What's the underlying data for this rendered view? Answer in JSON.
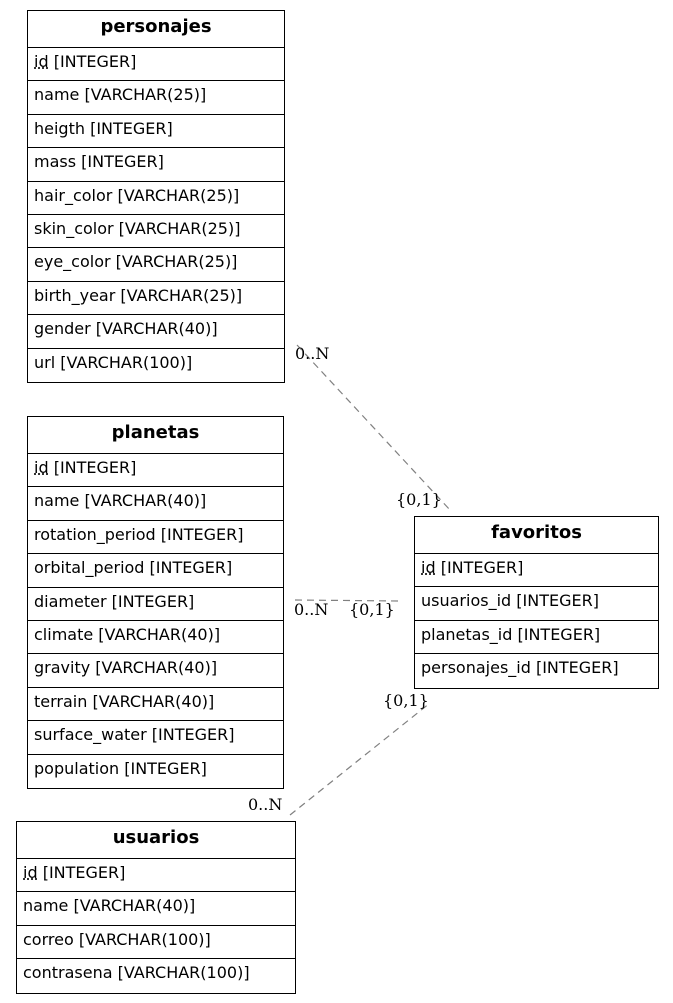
{
  "entities": {
    "personajes": {
      "title": "personajes",
      "fields": [
        {
          "pk": "id",
          "type": " [INTEGER]"
        },
        {
          "text": "name [VARCHAR(25)]"
        },
        {
          "text": "heigth [INTEGER]"
        },
        {
          "text": "mass [INTEGER]"
        },
        {
          "text": "hair_color [VARCHAR(25)]"
        },
        {
          "text": "skin_color [VARCHAR(25)]"
        },
        {
          "text": "eye_color [VARCHAR(25)]"
        },
        {
          "text": "birth_year [VARCHAR(25)]"
        },
        {
          "text": "gender [VARCHAR(40)]"
        },
        {
          "text": "url [VARCHAR(100)]"
        }
      ]
    },
    "planetas": {
      "title": "planetas",
      "fields": [
        {
          "pk": "id",
          "type": " [INTEGER]"
        },
        {
          "text": "name [VARCHAR(40)]"
        },
        {
          "text": "rotation_period [INTEGER]"
        },
        {
          "text": "orbital_period [INTEGER]"
        },
        {
          "text": "diameter [INTEGER]"
        },
        {
          "text": "climate [VARCHAR(40)]"
        },
        {
          "text": "gravity [VARCHAR(40)]"
        },
        {
          "text": "terrain [VARCHAR(40)]"
        },
        {
          "text": "surface_water [INTEGER]"
        },
        {
          "text": "population [INTEGER]"
        }
      ]
    },
    "favoritos": {
      "title": "favoritos",
      "fields": [
        {
          "pk": "id",
          "type": " [INTEGER]"
        },
        {
          "text": "usuarios_id [INTEGER]"
        },
        {
          "text": "planetas_id [INTEGER]"
        },
        {
          "text": "personajes_id [INTEGER]"
        }
      ]
    },
    "usuarios": {
      "title": "usuarios",
      "fields": [
        {
          "pk": "id",
          "type": " [INTEGER]"
        },
        {
          "text": "name [VARCHAR(40)]"
        },
        {
          "text": "correo [VARCHAR(100)]"
        },
        {
          "text": "contrasena [VARCHAR(100)]"
        }
      ]
    }
  },
  "relationships": [
    {
      "from": "personajes",
      "to": "favoritos",
      "from_card": "0..N",
      "to_card": "{0,1}"
    },
    {
      "from": "planetas",
      "to": "favoritos",
      "from_card": "0..N",
      "to_card": "{0,1}"
    },
    {
      "from": "usuarios",
      "to": "favoritos",
      "from_card": "0..N",
      "to_card": "{0,1}"
    }
  ],
  "colors": {
    "line": "#808080",
    "border": "#000000",
    "background": "#ffffff"
  }
}
